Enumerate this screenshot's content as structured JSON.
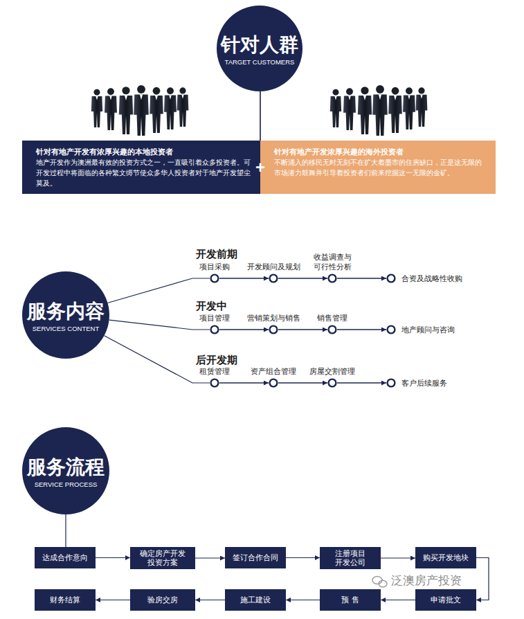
{
  "diagram": {
    "nodes": [
      {
        "text": [
          "针对人群",
          "TARGET CUSTOMERS"
        ]
      },
      {
        "text": [
          "针对有地产开发有浓厚兴趣的本地投资者",
          "地产开发作为澳洲最有效的投资方式之一，一直吸引着众多投资者。可开发过程中将面临的各种繁文缛节使众多华人投资者对于地产开发望尘莫及。"
        ]
      },
      {
        "text": [
          "针对有地产开发浓厚兴趣的海外投资者",
          "不断涌入的移民无时无刻不在扩大着墨市的住房缺口，正是这无限的市场潜力鼓舞并引导着投资者们前来挖掘这一无限的金矿。"
        ]
      },
      {
        "text": [
          "服务内容",
          "SERVICES CONTENT"
        ]
      },
      {
        "text": [
          "项目采购"
        ]
      },
      {
        "text": [
          "开发顾问及规划"
        ]
      },
      {
        "text": [
          "收益调查与 可行性分析"
        ]
      },
      {
        "text": [
          "合资及战略性收购"
        ]
      },
      {
        "text": [
          "项目管理"
        ]
      },
      {
        "text": [
          "营销策划与销售"
        ]
      },
      {
        "text": [
          "销售管理"
        ]
      },
      {
        "text": [
          "地产顾问与咨询"
        ]
      },
      {
        "text": [
          "租赁管理"
        ]
      },
      {
        "text": [
          "资产组合管理"
        ]
      },
      {
        "text": [
          "房屋交割管理"
        ]
      },
      {
        "text": [
          "客户后续服务"
        ]
      },
      {
        "text": [
          "服务流程",
          "SERVICE PROCESS"
        ]
      },
      {
        "text": [
          "达成合作意向"
        ]
      },
      {
        "text": [
          "确定房产开发 投资方案"
        ]
      },
      {
        "text": [
          "签订合作合同"
        ]
      },
      {
        "text": [
          "注册项目 开发公司"
        ]
      },
      {
        "text": [
          "购买开发地块"
        ]
      },
      {
        "text": [
          "申请批文"
        ]
      },
      {
        "text": [
          "预 售"
        ]
      },
      {
        "text": [
          "施工建设"
        ]
      },
      {
        "text": [
          "验房交房"
        ]
      },
      {
        "text": [
          "财务结算"
        ]
      }
    ],
    "edges": [
      {
        "from": 0,
        "to": 1,
        "arrow": "none"
      },
      {
        "from": 0,
        "to": 2,
        "arrow": "none"
      },
      {
        "from": 3,
        "to": 4,
        "arrow": "none"
      },
      {
        "from": 3,
        "to": 8,
        "arrow": "none"
      },
      {
        "from": 3,
        "to": 12,
        "arrow": "none"
      },
      {
        "from": 4,
        "to": 5,
        "arrow": "to"
      },
      {
        "from": 5,
        "to": 6,
        "arrow": "to"
      },
      {
        "from": 6,
        "to": 7,
        "arrow": "to"
      },
      {
        "from": 8,
        "to": 9,
        "arrow": "to"
      },
      {
        "from": 9,
        "to": 10,
        "arrow": "to"
      },
      {
        "from": 10,
        "to": 11,
        "arrow": "to"
      },
      {
        "from": 12,
        "to": 13,
        "arrow": "to"
      },
      {
        "from": 13,
        "to": 14,
        "arrow": "to"
      },
      {
        "from": 14,
        "to": 15,
        "arrow": "to"
      },
      {
        "from": 16,
        "to": 17,
        "arrow": "none"
      },
      {
        "from": 17,
        "to": 18,
        "arrow": "to"
      },
      {
        "from": 18,
        "to": 19,
        "arrow": "to"
      },
      {
        "from": 19,
        "to": 20,
        "arrow": "to"
      },
      {
        "from": 20,
        "to": 21,
        "arrow": "to"
      },
      {
        "from": 21,
        "to": 22,
        "arrow": "to"
      },
      {
        "from": 22,
        "to": 23,
        "arrow": "to"
      },
      {
        "from": 23,
        "to": 24,
        "arrow": "to"
      },
      {
        "from": 24,
        "to": 25,
        "arrow": "to"
      },
      {
        "from": 25,
        "to": 26,
        "arrow": "to"
      }
    ],
    "labels": [
      "+",
      "开发前期",
      "开发中",
      "后开发期",
      "泛澳房产投资"
    ]
  }
}
